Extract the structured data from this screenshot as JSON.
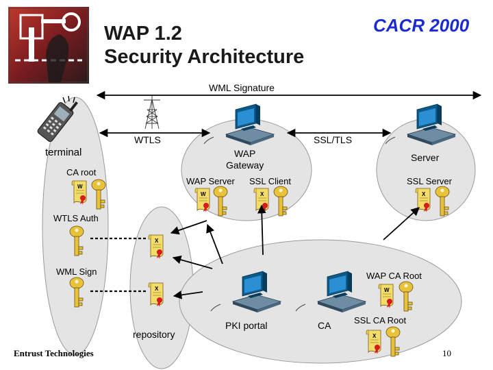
{
  "slide": {
    "title_line1": "WAP 1.2",
    "title_line2": "Security Architecture",
    "header_right": "CACR 2000",
    "footer_left": "Entrust Technologies",
    "page_number": "10"
  },
  "labels": {
    "wml_signature": "WML Signature",
    "wtls": "WTLS",
    "ssl_tls": "SSL/TLS",
    "terminal": "terminal",
    "wap_gateway": "WAP\nGateway",
    "server": "Server",
    "ca_root": "CA root",
    "wap_server": "WAP Server",
    "ssl_client": "SSL Client",
    "ssl_server": "SSL Server",
    "wtls_auth": "WTLS Auth",
    "wml_sign": "WML Sign",
    "wap_ca_root": "WAP CA Root",
    "repository": "repository",
    "pki_portal": "PKI portal",
    "ca": "CA",
    "ssl_ca_root": "SSL CA Root"
  },
  "certificate_letters": {
    "w": "W",
    "x": "X"
  },
  "colors": {
    "title_accent": "#1c2bd0",
    "ellipse_fill": "#e4e4e4",
    "cert_fill": "#f2dc6a",
    "key_fill": "#e8c23a",
    "seal": "#d81b1b",
    "computer_screen": "#1d6fae",
    "computer_body": "#0a5a8a"
  }
}
